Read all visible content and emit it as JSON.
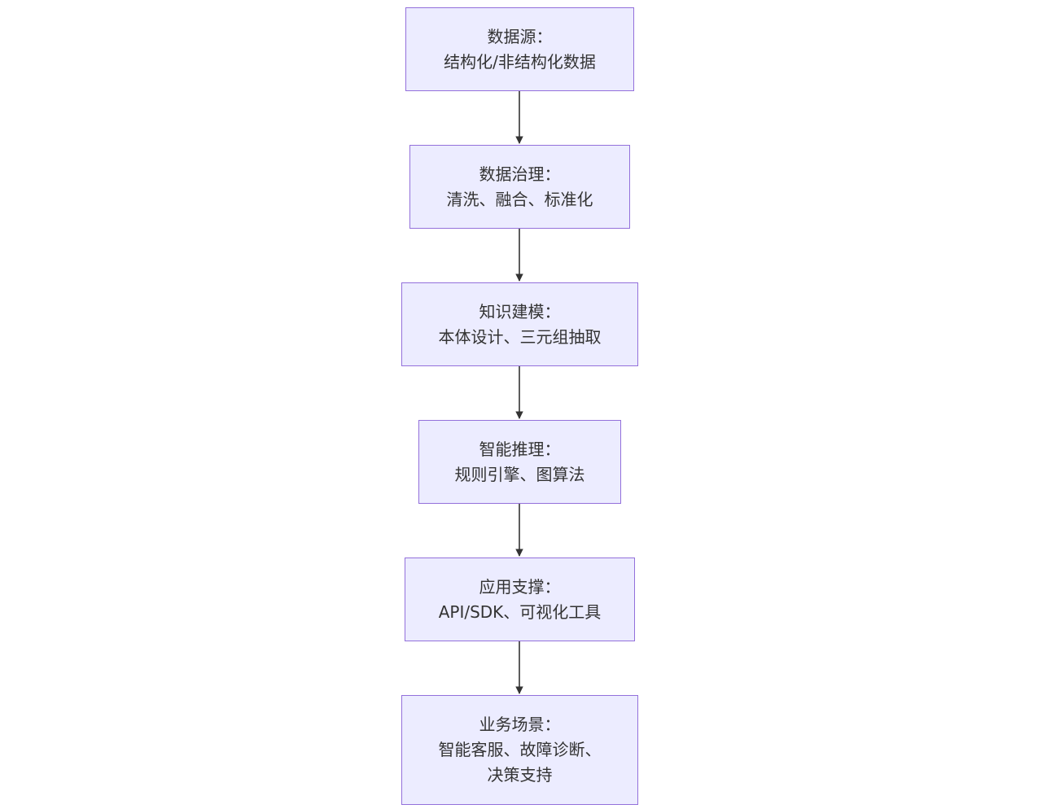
{
  "diagram": {
    "nodes": [
      {
        "id": "source",
        "lines": [
          "数据源：",
          "结构化/非结构化数据"
        ]
      },
      {
        "id": "governance",
        "lines": [
          "数据治理：",
          "清洗、融合、标准化"
        ]
      },
      {
        "id": "modeling",
        "lines": [
          "知识建模：",
          "本体设计、三元组抽取"
        ]
      },
      {
        "id": "reasoning",
        "lines": [
          "智能推理：",
          "规则引擎、图算法"
        ]
      },
      {
        "id": "support",
        "lines": [
          "应用支撑：",
          "API/SDK、可视化工具"
        ]
      },
      {
        "id": "scenarios",
        "lines": [
          "业务场景：",
          "智能客服、故障诊断、",
          "决策支持"
        ]
      }
    ],
    "edges": [
      {
        "from": "source",
        "to": "governance"
      },
      {
        "from": "governance",
        "to": "modeling"
      },
      {
        "from": "modeling",
        "to": "reasoning"
      },
      {
        "from": "reasoning",
        "to": "support"
      },
      {
        "from": "support",
        "to": "scenarios"
      }
    ],
    "colors": {
      "node_fill": "#ececff",
      "node_border": "#9370db",
      "edge": "#333333",
      "text": "#333333"
    }
  }
}
